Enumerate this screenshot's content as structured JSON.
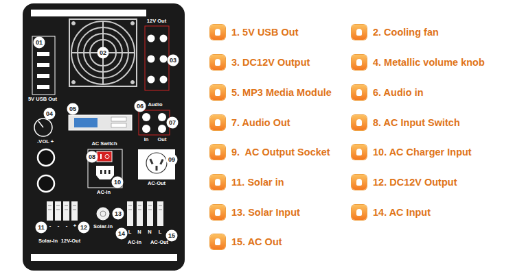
{
  "diagram": {
    "labels": [
      "01",
      "5V USB Out",
      "02",
      "12V Out",
      "03",
      "04",
      "-VOL +",
      "05",
      "Audio",
      "06",
      "07",
      "In",
      "Out",
      "AC Switch",
      "08",
      "10",
      "AC-In",
      "09",
      "AC-Out",
      "13",
      "Solar-In",
      "11",
      "-",
      "-",
      "-",
      "+",
      "12",
      "Solar-In",
      "12V-Out",
      "14",
      "L",
      "N",
      "N",
      "L",
      "15",
      "AC-In",
      "AC-Out"
    ],
    "legend": [
      {
        "text": "1. 5V USB Out"
      },
      {
        "text": "2. Cooling fan"
      },
      {
        "text": "3. DC12V Output"
      },
      {
        "text": "4. Metallic volume knob"
      },
      {
        "text": "5. MP3 Media Module"
      },
      {
        "text": "6. Audio in"
      },
      {
        "text": "7. Audio Out"
      },
      {
        "text": "8. AC Input Switch"
      },
      {
        "text": "9.  AC Output Socket"
      },
      {
        "text": "10. AC Charger Input"
      },
      {
        "text": "11. Solar in"
      },
      {
        "text": "12. DC12V Output"
      },
      {
        "text": "13. Solar Input"
      },
      {
        "text": "14. AC Input"
      },
      {
        "text": "15. AC Out"
      }
    ]
  }
}
